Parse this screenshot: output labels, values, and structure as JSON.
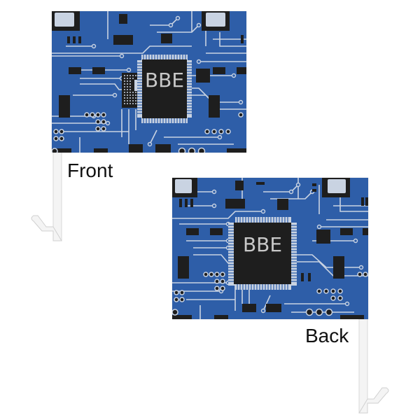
{
  "product": {
    "chip_text": "BBE",
    "colors": {
      "board": "#2e5ea8",
      "trace": "#c9d3e2",
      "chip": "#1e1e1e",
      "chip_text": "#c8c8c8",
      "pole": "#f2f2f2"
    }
  },
  "views": [
    {
      "id": "front",
      "label": "Front",
      "chip_text": "BBE"
    },
    {
      "id": "back",
      "label": "Back",
      "chip_text": "BBE"
    }
  ]
}
